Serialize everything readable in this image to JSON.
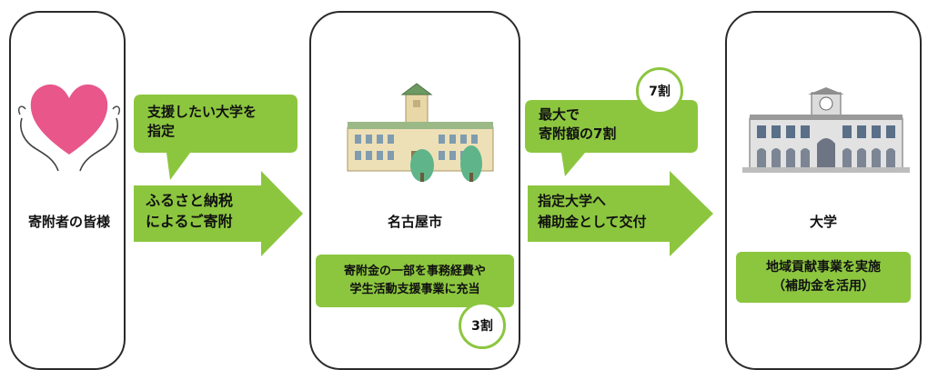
{
  "donor": {
    "label": "寄附者の皆様",
    "icon": "heart-hands-icon",
    "heart_color": "#e8568a"
  },
  "flow1": {
    "callout": "支援したい大学を\n指定",
    "arrow_label": "ふるさと納税\nによるご寄附"
  },
  "city": {
    "label": "名古屋市",
    "icon": "nagoya-city-hall-icon",
    "note": "寄附金の一部を事務経費や\n学生活動支援事業に充当",
    "share": "3割"
  },
  "flow2": {
    "badge": "7割",
    "callout": "最大で\n寄附額の7割",
    "arrow_label": "指定大学へ\n補助金として交付"
  },
  "univ": {
    "label": "大学",
    "icon": "university-building-icon",
    "note": "地域貢献事業を実施\n（補助金を活用）"
  },
  "colors": {
    "accent_green": "#8cc63f",
    "outline": "#2a2a2a"
  }
}
